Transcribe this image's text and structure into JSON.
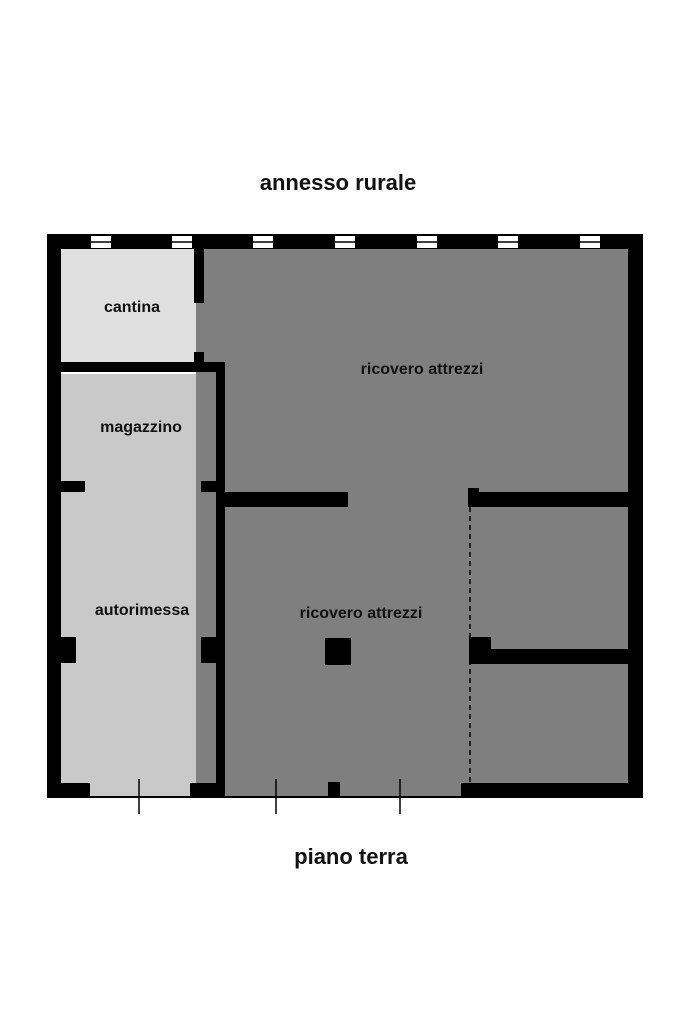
{
  "title": "annesso rurale",
  "subtitle": "piano terra",
  "colors": {
    "wall": "#000000",
    "window": "#ffffff",
    "room_light": "#e0e0e0",
    "room_medium": "#c9c9c9",
    "room_dark": "#7f7f7f",
    "text": "#111111"
  },
  "rooms": {
    "cantina": "cantina",
    "magazzino": "magazzino",
    "autorimessa": "autorimessa",
    "ricovero_north": "ricovero attrezzi",
    "ricovero_south": "ricovero attrezzi"
  }
}
